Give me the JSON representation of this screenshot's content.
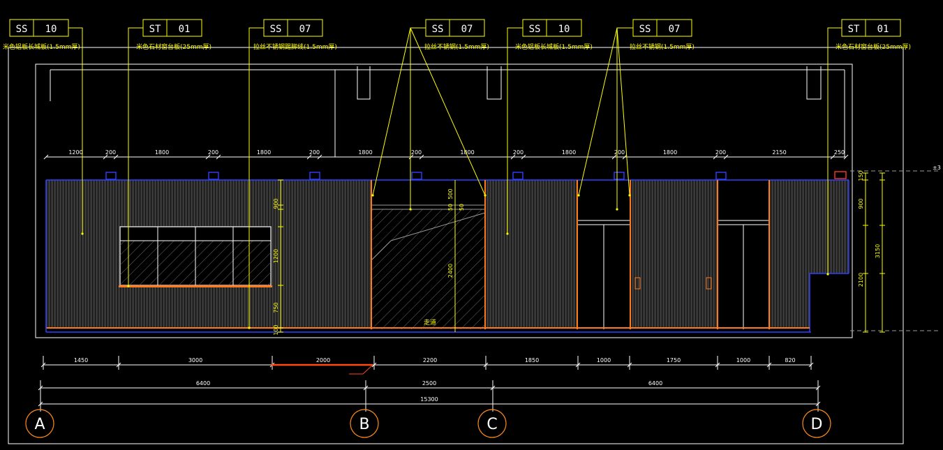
{
  "tags": [
    {
      "code": "SS",
      "num": "10",
      "note": "米色铝板长城板(1.5mm厚)"
    },
    {
      "code": "ST",
      "num": "01",
      "note": "米色石材窗台板(25mm厚)"
    },
    {
      "code": "SS",
      "num": "07",
      "note": "拉丝不锈钢踢脚线(1.5mm厚)"
    },
    {
      "code": "SS",
      "num": "07",
      "note": "拉丝不锈钢(1.5mm厚)"
    },
    {
      "code": "SS",
      "num": "10",
      "note": "米色铝板长城板(1.5mm厚)"
    },
    {
      "code": "SS",
      "num": "07",
      "note": "拉丝不锈钢(1.5mm厚)"
    },
    {
      "code": "ST",
      "num": "01",
      "note": "米色石材窗台板(25mm厚)"
    }
  ],
  "top_dims": [
    "1200",
    "200",
    "1800",
    "200",
    "1800",
    "200",
    "1800",
    "200",
    "1800",
    "200",
    "1800",
    "200",
    "1800",
    "200",
    "2150",
    "250"
  ],
  "inner_dims": {
    "window_side": [
      "900",
      "1200",
      "750",
      "100"
    ],
    "passage": [
      "500",
      "50",
      "50",
      "2400"
    ],
    "right_side": [
      "150",
      "900",
      "2100",
      "3150"
    ]
  },
  "passage_label": "走道",
  "dim_row1": [
    "1450",
    "3000",
    "2000",
    "2200",
    "1850",
    "1000",
    "1750",
    "1000",
    "820"
  ],
  "dim_row2": [
    "6400",
    "2500",
    "6400"
  ],
  "dim_total": "15300",
  "grid_axes": [
    "A",
    "B",
    "C",
    "D"
  ],
  "right_edge_mark": "±3"
}
